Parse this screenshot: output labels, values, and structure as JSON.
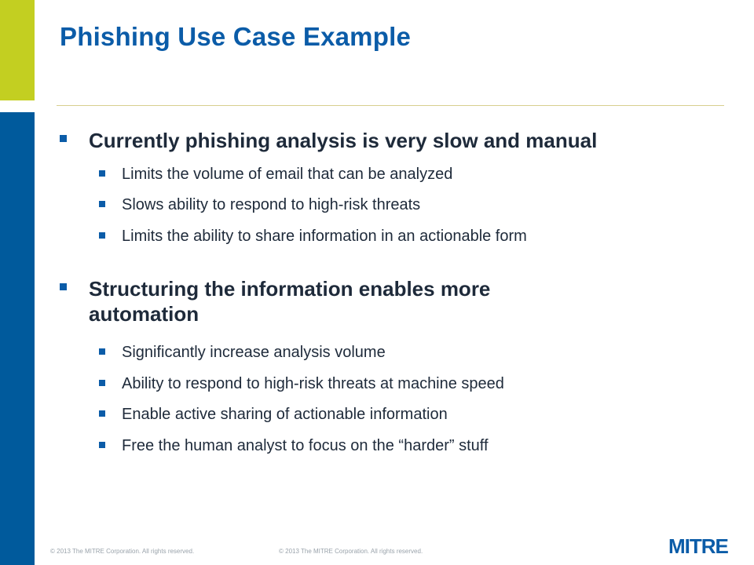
{
  "slide": {
    "title": "Phishing Use Case Example",
    "sections": [
      {
        "heading": "Currently phishing analysis is very slow and manual",
        "items": [
          "Limits the volume of email that can be analyzed",
          "Slows ability to respond to high-risk threats",
          "Limits the ability to share information in an actionable form"
        ]
      },
      {
        "heading_line1": "Structuring the information enables more",
        "heading_line2": "automation",
        "items": [
          "Significantly increase analysis volume",
          "Ability to respond to high-risk threats at machine speed",
          "Enable active sharing of actionable information",
          "Free the human analyst to focus on the “harder” stuff"
        ]
      }
    ],
    "footer": {
      "copyright_1": "© 2013 The MITRE Corporation. All rights reserved.",
      "copyright_2": "© 2013 The MITRE Corporation. All rights reserved."
    },
    "logo_text": "MITRE",
    "colors": {
      "accent_lime": "#c3cf21",
      "accent_blue": "#005a9c",
      "title_blue": "#0b5ca8"
    }
  }
}
